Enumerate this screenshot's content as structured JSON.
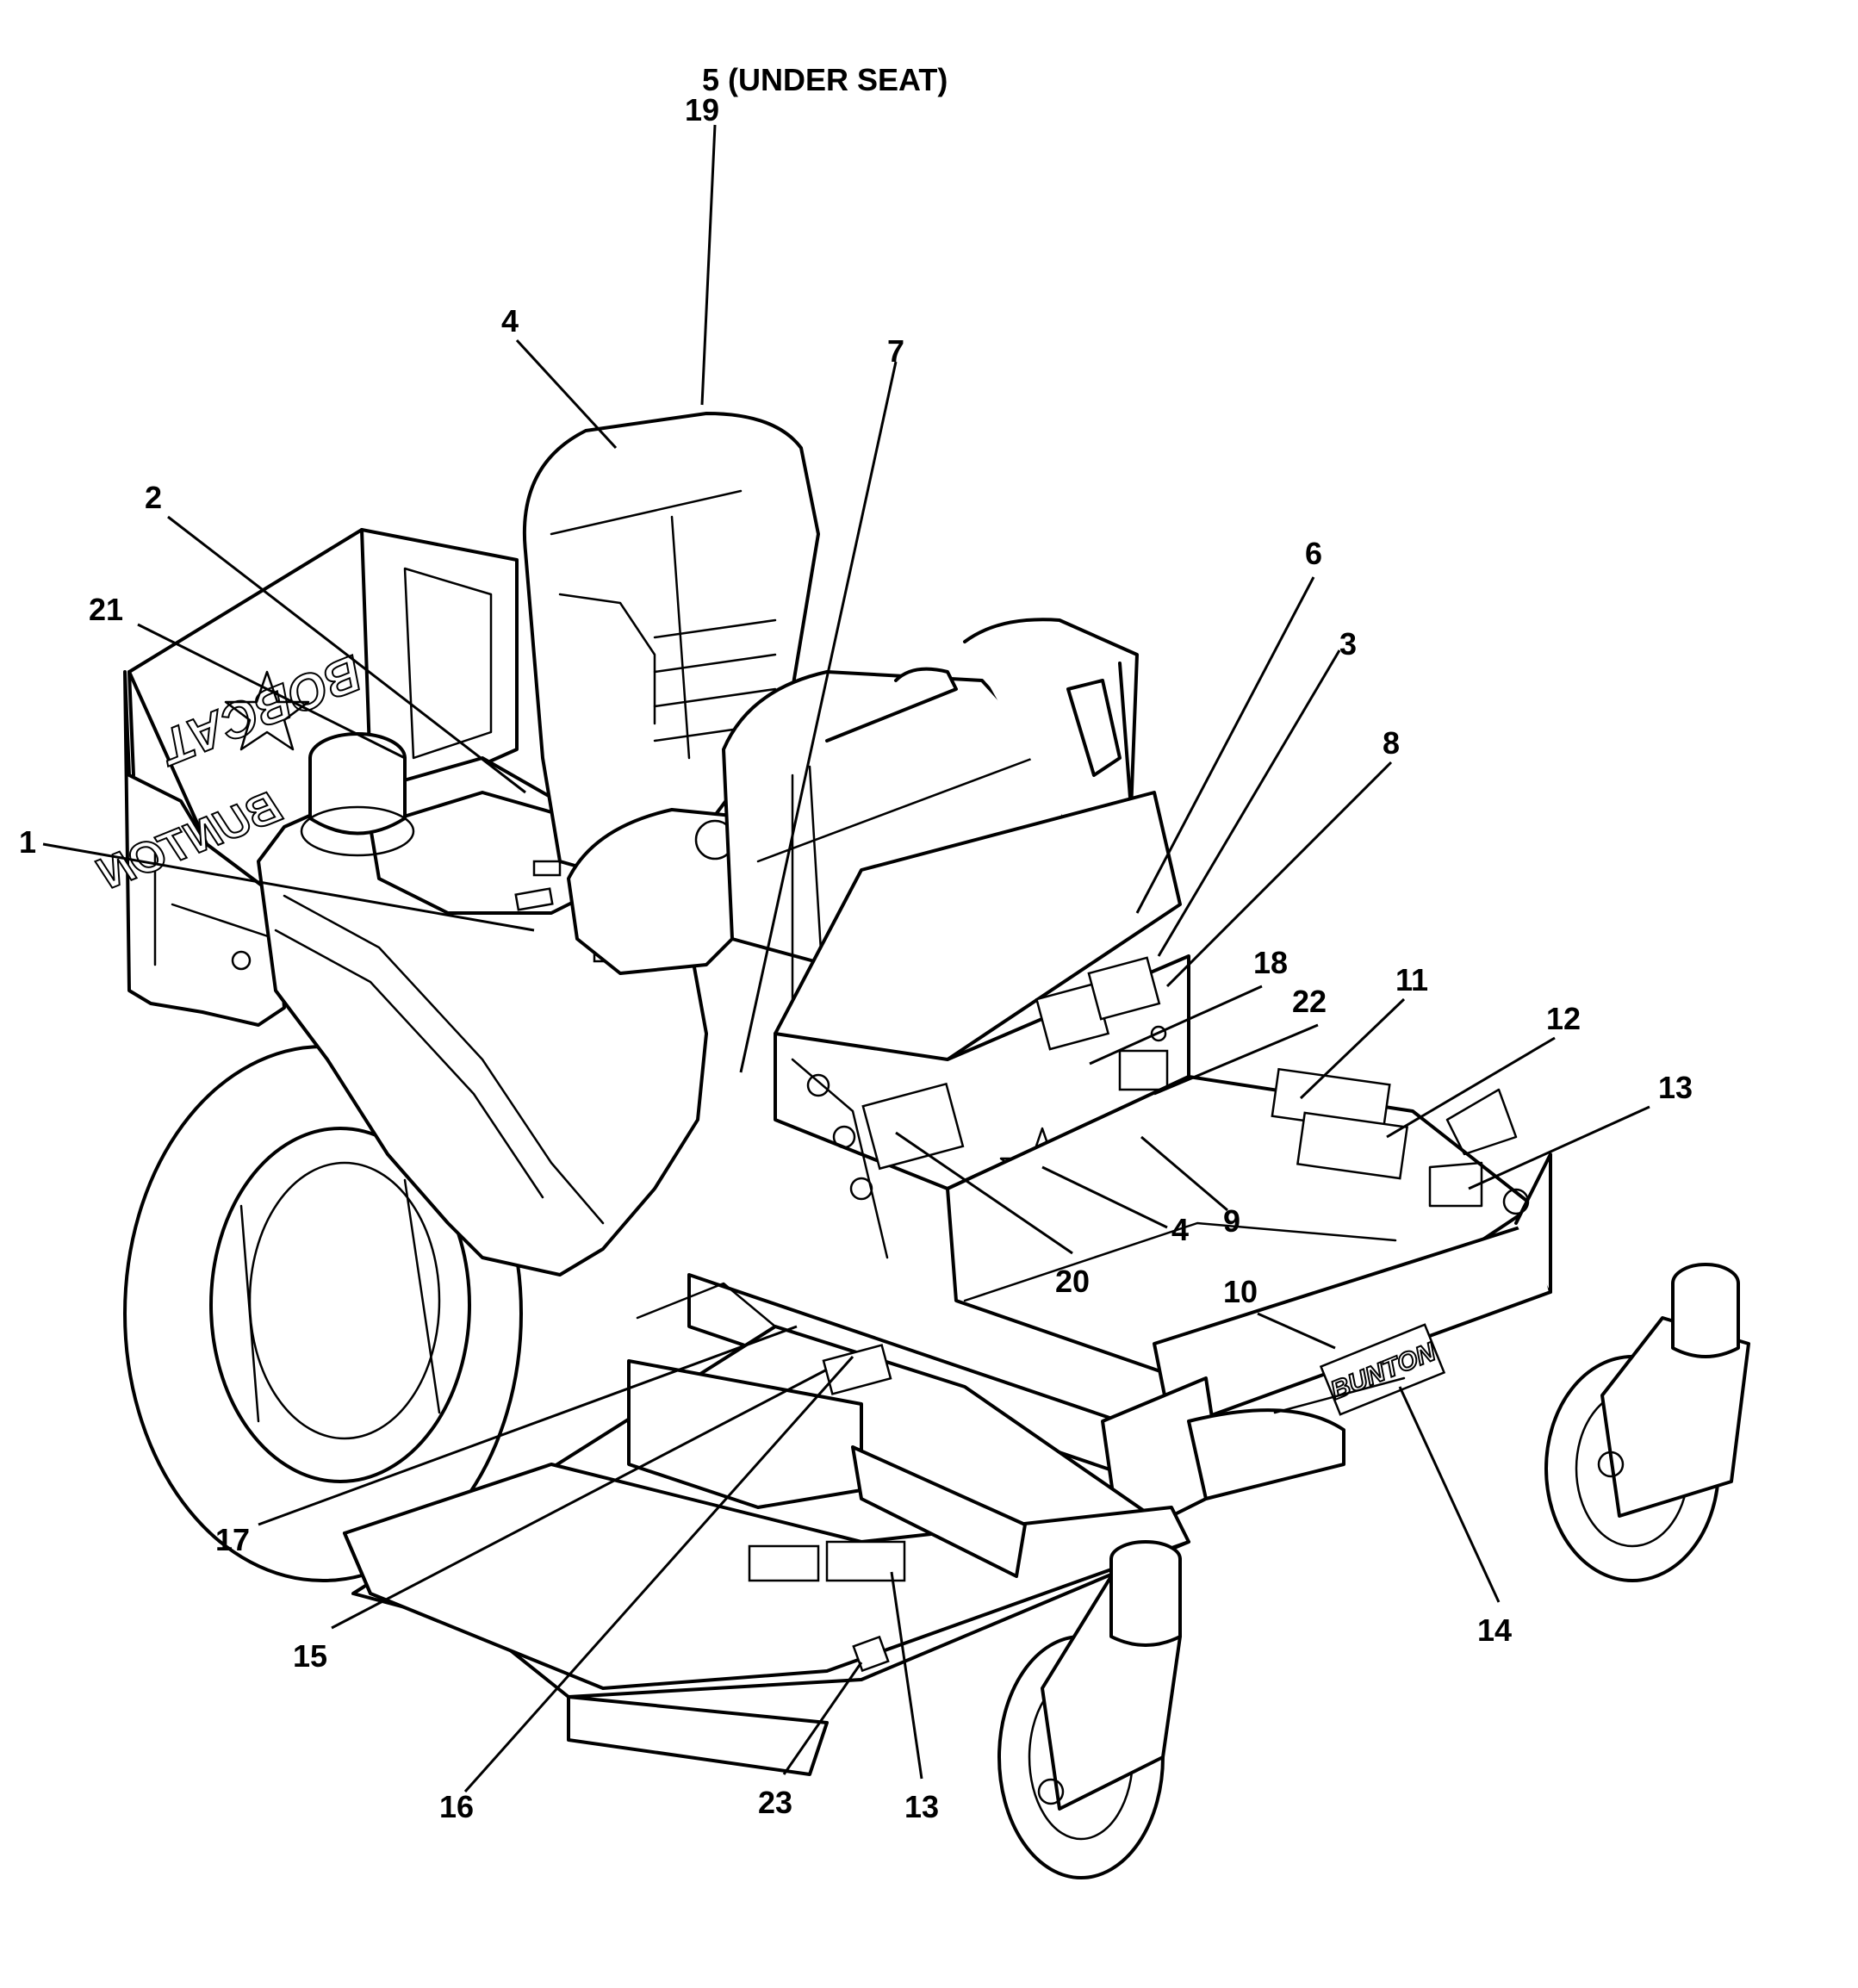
{
  "diagram": {
    "type": "exploded parts diagram",
    "callouts": [
      {
        "id": "c1",
        "label": "1"
      },
      {
        "id": "c2",
        "label": "2"
      },
      {
        "id": "c3",
        "label": "3"
      },
      {
        "id": "c4a",
        "label": "4"
      },
      {
        "id": "c4b",
        "label": "4"
      },
      {
        "id": "c5",
        "label": "5 (UNDER SEAT)"
      },
      {
        "id": "c6",
        "label": "6"
      },
      {
        "id": "c7",
        "label": "7"
      },
      {
        "id": "c8",
        "label": "8"
      },
      {
        "id": "c9",
        "label": "9"
      },
      {
        "id": "c10",
        "label": "10"
      },
      {
        "id": "c11",
        "label": "11"
      },
      {
        "id": "c12",
        "label": "12"
      },
      {
        "id": "c13a",
        "label": "13"
      },
      {
        "id": "c13b",
        "label": "13"
      },
      {
        "id": "c14",
        "label": "14"
      },
      {
        "id": "c15",
        "label": "15"
      },
      {
        "id": "c16",
        "label": "16"
      },
      {
        "id": "c17",
        "label": "17"
      },
      {
        "id": "c18",
        "label": "18"
      },
      {
        "id": "c19",
        "label": "19"
      },
      {
        "id": "c20",
        "label": "20"
      },
      {
        "id": "c21",
        "label": "21"
      },
      {
        "id": "c22",
        "label": "22"
      },
      {
        "id": "c23",
        "label": "23"
      }
    ],
    "brand_marks": [
      "BUNTON",
      "BOBCAT",
      "BUNTON",
      "BUNTON"
    ]
  }
}
